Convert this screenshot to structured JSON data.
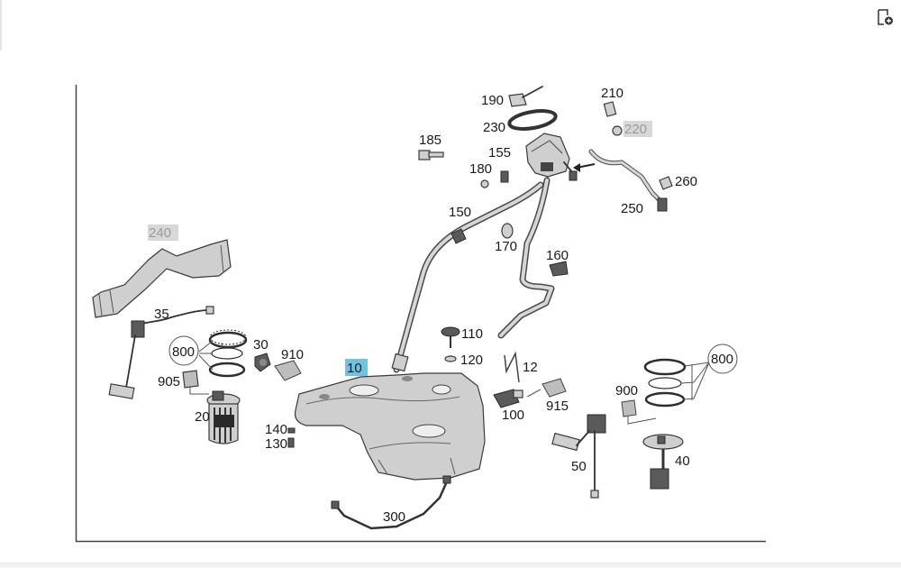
{
  "toolbar": {
    "icon": "document-add-icon"
  },
  "diagram": {
    "labels": {
      "p190": "190",
      "p210": "210",
      "p230": "230",
      "p220": "220",
      "p185": "185",
      "p155": "155",
      "p180": "180",
      "p260": "260",
      "p150": "150",
      "p250": "250",
      "p170": "170",
      "p160": "160",
      "p240": "240",
      "p35": "35",
      "p110": "110",
      "p30": "30",
      "p910": "910",
      "p800_left": "800",
      "p120": "120",
      "p12": "12",
      "p10": "10",
      "p800_right": "800",
      "p905": "905",
      "p900": "900",
      "p915": "915",
      "p20": "20",
      "p140": "140",
      "p100": "100",
      "p130": "130",
      "p50": "50",
      "p40": "40",
      "p300": "300"
    },
    "highlight_colors": {
      "grey": "#d8d8d8",
      "blue": "#6fc3df"
    }
  }
}
